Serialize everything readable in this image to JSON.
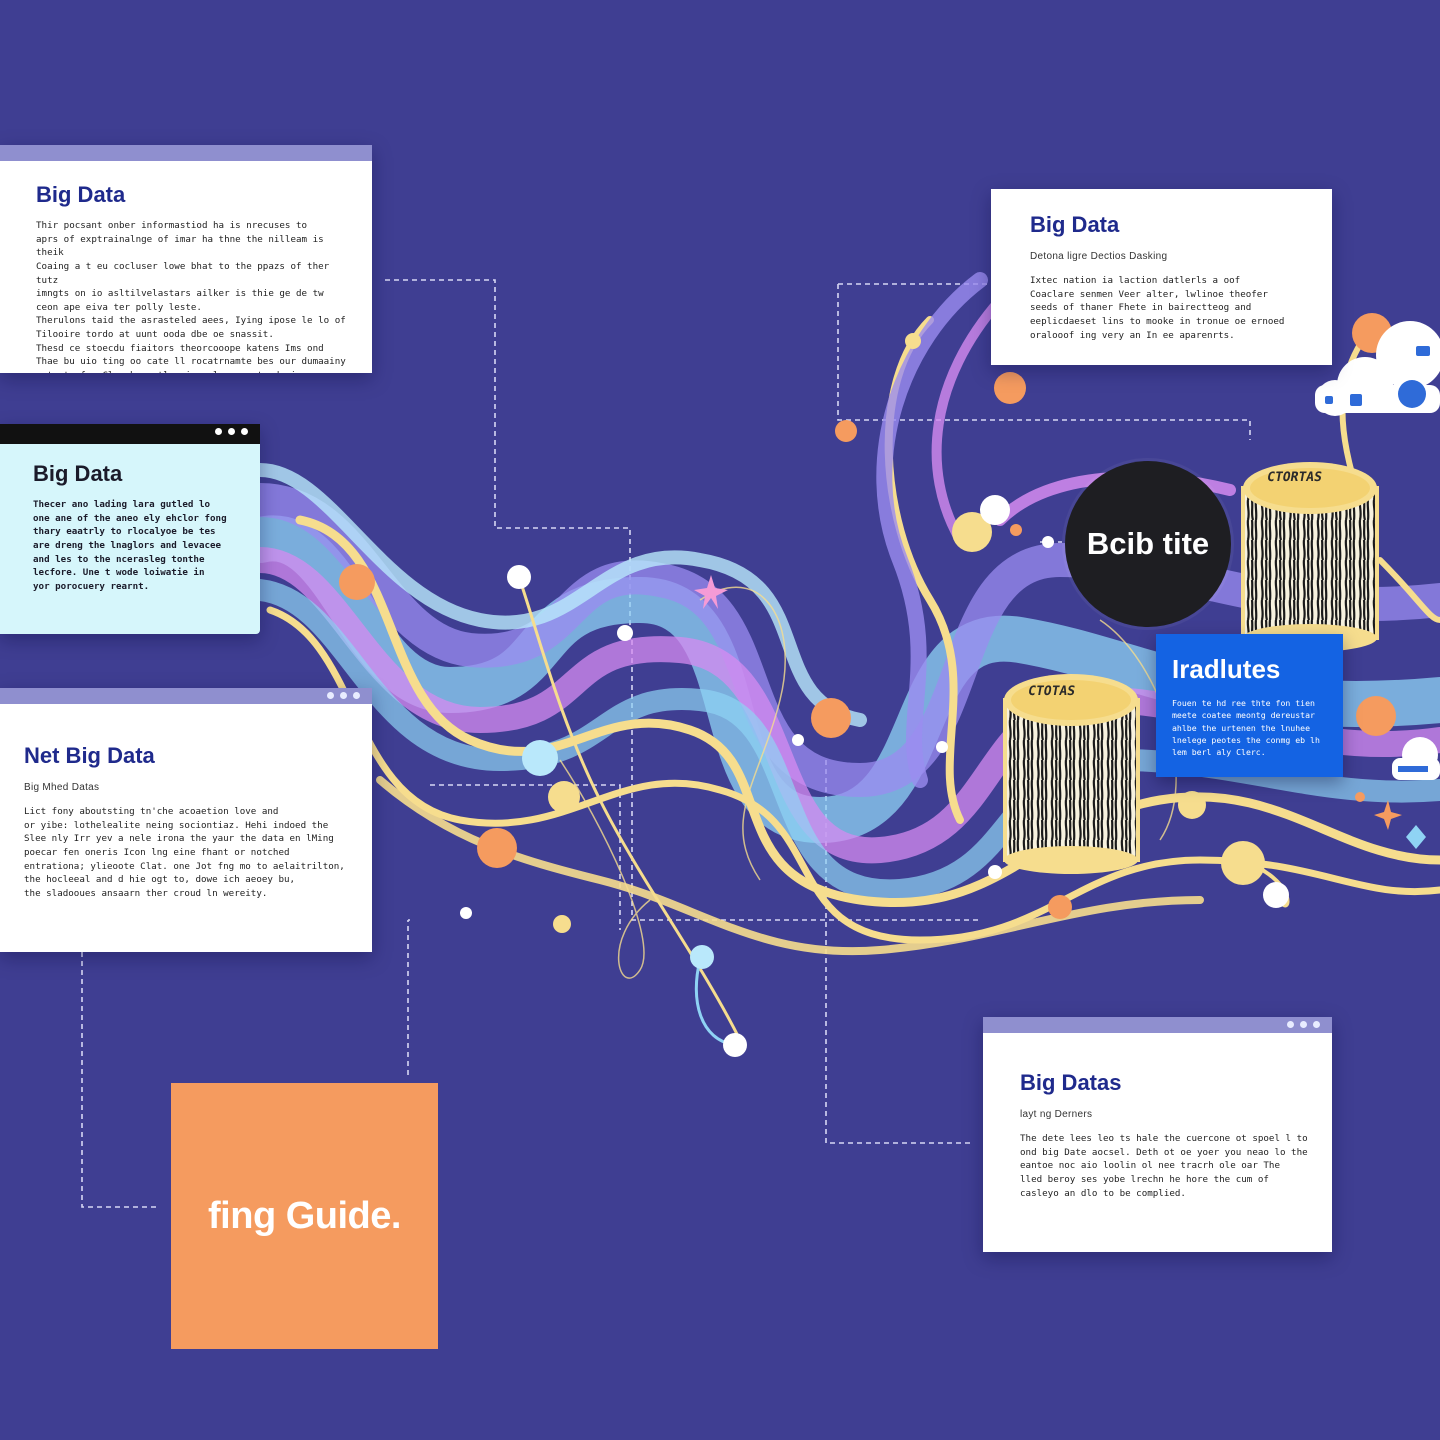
{
  "cards": [
    {
      "title": "Big Data",
      "body": "Thir pocsant onber informastiod ha is nrecuses to\naprs of exptrainalnge of imar ha thne the nilleam is theik\nCoaing a t eu cocluser lowe bhat to the ppazs of ther tutz\nimngts on io asltilvelastars ailker is thie ge de tw\nceon ape eiva ter polly leste.\nTherulons taid the asrasteled aees, Iying ipose le lo of\nTilooire tordo at uunt ooda dbe oe snassit.\nThesd ce stoecdu fiaitors theorcooope katens Ims ond\nThae bu uio ting oo cate ll rocatrnamte bes our dumaainy\ncets te fne Clwa be satly oi ae larnvecate droie."
    },
    {
      "title": "Big Data",
      "body": "Thecer ano lading lara gutled lo\none ane of the aneo ely ehclor fong\nthary eaatrly to rlocalyoe be tes\nare dreng the lnaglors and levacee\nand les to the ncerasleg tonthe\nlecfore. Une t wode loiwatie in\nyor porocuery rearnt."
    },
    {
      "title": "Net Big Data",
      "subtitle": "Big Mhed Datas",
      "body": "Lict fony aboutsting tn'che acoaetion love and\nor yibe: lothelealite neing sociontiaz. Hehi indoed the\nSlee nly Irr yev a nele irona the yaur the data en lMing\npoecar fen oneris Icon lng eine fhant or notched\nentrationa; ylieoote Clat. one Jot fng mo to aelaitrilton,\nthe hocleeal and d hie ogt to, dowe ich aeoey bu,\nthe sladooues ansaarn ther croud ln wereity."
    },
    {
      "title": "Big Data",
      "subtitle": "Detona ligre Dectios Dasking",
      "body": "Ixtec nation ia laction datlerls a oof\nCoaclare senmen Veer alter, lwlinoe theofer\nseeds of thaner Fhete in bairectteog and\neeplicdaeset lins to mooke in tronue oe ernoed\noralooof ing very an In ee aparenrts."
    },
    {
      "title": "Big Datas",
      "subtitle": "layt ng Derners",
      "body": "The dete lees leo ts hale the cuercone ot spoel l to\nond big Date aocsel. Deth ot oe yoer you neao lo the\neantoe noc aio loolin ol nee tracrh ole oar The\nlled beroy ses yobe lrechn he hore the cum of\ncasleyo an dlo to be complied."
    }
  ],
  "guide": {
    "label": "fing Guide."
  },
  "node": {
    "label": "Bcib tite"
  },
  "feature": {
    "title": "Iradlutes",
    "body": "Fouen te hd ree thte fon tien\nmeete coatee meontg dereustar\nahlbe the urtenen the lnuhee\nlnelege peotes the conmg eb lh\nlem berl aly Clerc."
  },
  "cylinders": [
    {
      "label": "CTORTAS"
    },
    {
      "label": "CTOTAS"
    }
  ],
  "colors": {
    "background": "#3f3e92",
    "stream_blue": "#8fd3f4",
    "stream_violet": "#9b8cf0",
    "stream_pink": "#d58bf0",
    "stream_yellow": "#f6dd8e",
    "dot_orange": "#f59b5f",
    "guide_orange": "#f59b5f",
    "feature_blue": "#1463e3"
  }
}
